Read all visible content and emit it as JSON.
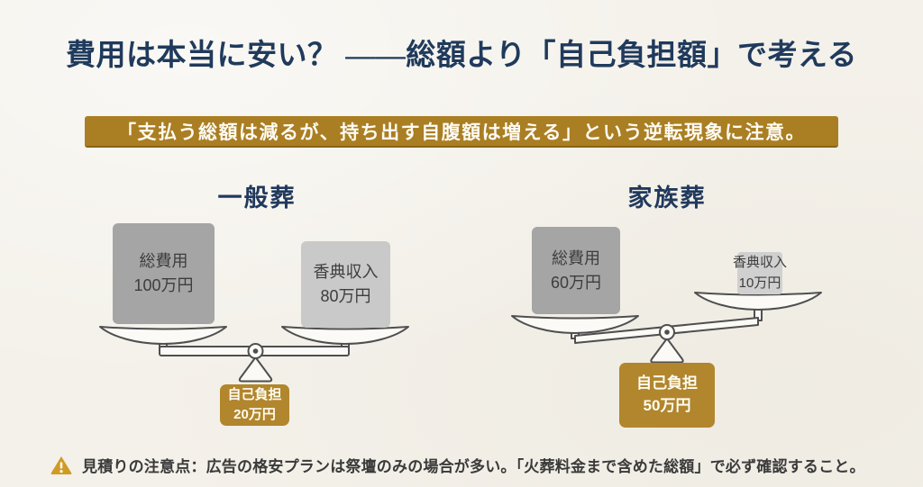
{
  "page": {
    "title": "費用は本当に安い？ ——総額より「自己負担額」で考える",
    "banner": "「支払う総額は減るが、持ち出す自腹額は増える」という逆転現象に注意。",
    "footer_note": "見積りの注意点：広告の格安プランは祭壇のみの場合が多い。「火葬料金まで含めた総額」で必ず確認すること。"
  },
  "icons": {
    "warning": "⚠"
  },
  "colors": {
    "background": "#f4f1ea",
    "title_navy": "#1f3a5c",
    "banner_gold": "#aa7e22",
    "result_gold": "#b1862c",
    "weight_dark_gray": "#a5a5a5",
    "weight_light_gray": "#c9c9c9",
    "line_art": "#4f4f4f",
    "warning_amber": "#d09b25"
  },
  "scales": [
    {
      "title": "一般葬",
      "state": "balanced",
      "left_weight": {
        "label": "総費用",
        "value": "100万円"
      },
      "right_weight": {
        "label": "香典収入",
        "value": "80万円"
      },
      "result": {
        "label": "自己負担",
        "value": "20万円"
      }
    },
    {
      "title": "家族葬",
      "state": "tilted-left",
      "left_weight": {
        "label": "総費用",
        "value": "60万円"
      },
      "right_weight": {
        "label": "香典収入",
        "value": "10万円"
      },
      "result": {
        "label": "自己負担",
        "value": "50万円"
      }
    }
  ]
}
